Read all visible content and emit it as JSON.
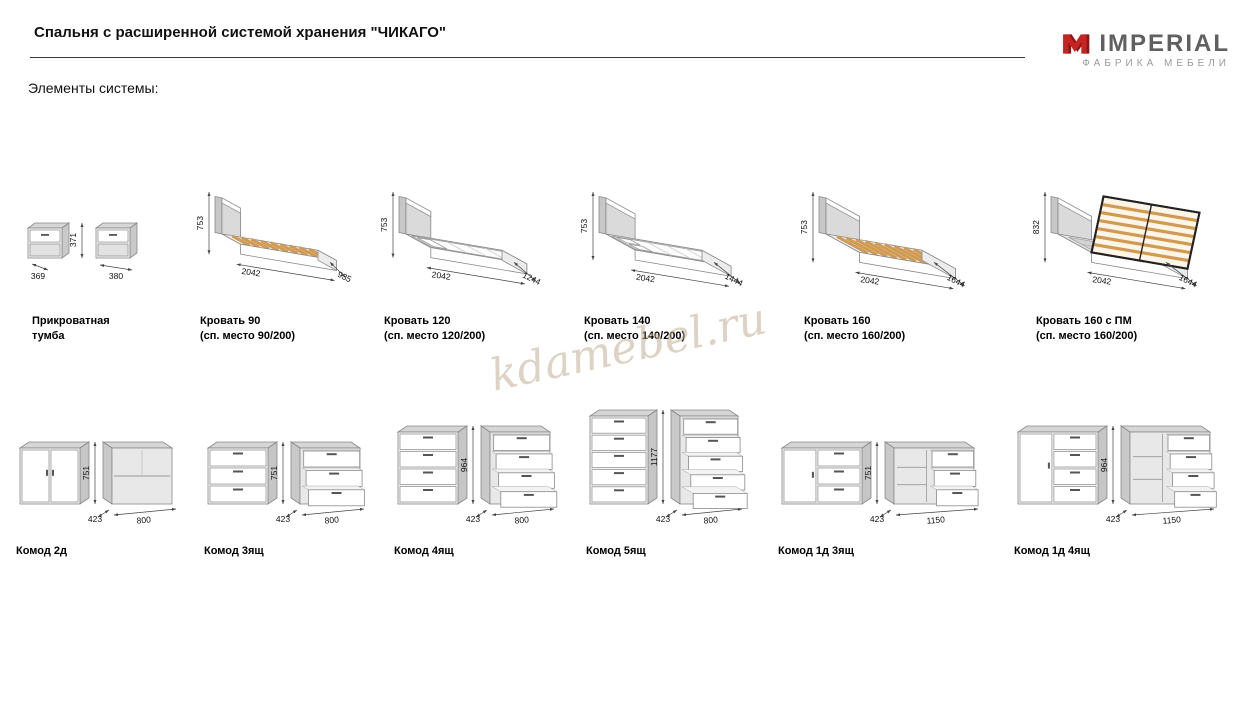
{
  "header": {
    "title": "Спальня с расширенной системой хранения \"ЧИКАГО\"",
    "brand": "IMPERIAL",
    "brand_sub": "ФАБРИКА МЕБЕЛИ"
  },
  "section_title": "Элементы системы:",
  "watermark": "kdamebel.ru",
  "row1": [
    {
      "name": "Прикроватная тумба",
      "subtitle": "",
      "dims": {
        "height": "371",
        "depth": "369",
        "width": "380"
      }
    },
    {
      "name": "Кровать 90",
      "subtitle": "(сп. место 90/200)",
      "dims": {
        "height": "753",
        "length": "2042",
        "width": "935"
      }
    },
    {
      "name": "Кровать 120",
      "subtitle": "(сп. место 120/200)",
      "dims": {
        "height": "753",
        "length": "2042",
        "width": "1244"
      }
    },
    {
      "name": "Кровать 140",
      "subtitle": "(сп. место 140/200)",
      "dims": {
        "height": "753",
        "length": "2042",
        "width": "1444"
      }
    },
    {
      "name": "Кровать 160",
      "subtitle": "(сп. место 160/200)",
      "dims": {
        "height": "753",
        "length": "2042",
        "width": "1644"
      }
    },
    {
      "name": "Кровать 160 с ПМ",
      "subtitle": "(сп. место 160/200)",
      "dims": {
        "height": "832",
        "length": "2042",
        "width": "1644"
      }
    }
  ],
  "row2": [
    {
      "name": "Комод 2д",
      "dims": {
        "height": "751",
        "depth": "423",
        "width": "800"
      }
    },
    {
      "name": "Комод 3ящ",
      "dims": {
        "height": "751",
        "depth": "423",
        "width": "800"
      }
    },
    {
      "name": "Комод 4ящ",
      "dims": {
        "height": "964",
        "depth": "423",
        "width": "800"
      }
    },
    {
      "name": "Комод 5ящ",
      "dims": {
        "height": "1177",
        "depth": "423",
        "width": "800"
      }
    },
    {
      "name": "Комод 1д 3ящ",
      "dims": {
        "height": "751",
        "depth": "423",
        "width": "1150"
      }
    },
    {
      "name": "Комод 1д 4ящ",
      "dims": {
        "height": "964",
        "depth": "423",
        "width": "1150"
      }
    }
  ]
}
